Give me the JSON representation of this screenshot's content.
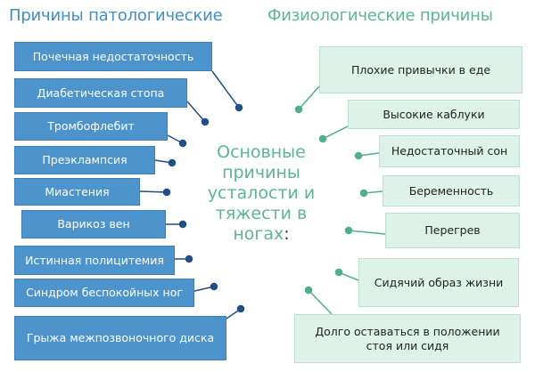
{
  "header": {
    "left_title": "Причины патологические",
    "right_title": "Физиологические причины"
  },
  "center": {
    "text": "Основные причины усталости и тяжести в ногах",
    "colon": ":"
  },
  "pathological_causes": [
    "Почечная недостаточность",
    "Диабетическая стопа",
    "Тромбофлебит",
    "Преэклампсия",
    "Миастения",
    "Варикоз вен",
    "Истинная полицитемия",
    "Синдром беспокойных ног",
    "Грыжа межпозвоночного диска"
  ],
  "physiological_causes": [
    "Плохие привычки в еде",
    "Высокие каблуки",
    "Недостаточный сон",
    "Беременность",
    "Перегрев",
    "Сидячий образ жизни",
    "Долго оставаться в положении стоя или сидя"
  ],
  "colors": {
    "left_heading": "#3f8fc4",
    "right_heading": "#5bb596",
    "left_box_fill": "#4d94cd",
    "right_box_fill": "#ddf3e9",
    "left_connector": "#1f4f86",
    "right_connector": "#4fae8e"
  }
}
